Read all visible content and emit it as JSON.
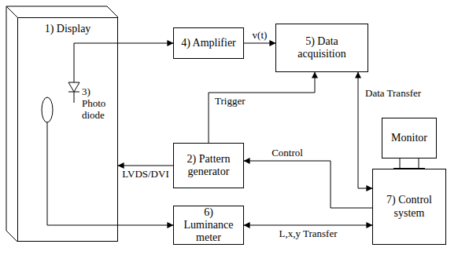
{
  "diagram": {
    "nodes": [
      {
        "text": [
          "1) Display"
        ]
      },
      {
        "text": [
          "3) Photo diode"
        ],
        "in": 0
      },
      {
        "text": [
          "4) Amplifier"
        ]
      },
      {
        "text": [
          "5) Data acquisition"
        ]
      },
      {
        "text": [
          "2) Pattern generator"
        ]
      },
      {
        "text": [
          "Monitor"
        ]
      },
      {
        "text": [
          "6) Luminance meter"
        ]
      },
      {
        "text": [
          "7) Control system"
        ]
      }
    ],
    "edges": [
      {
        "from": 1,
        "to": 2,
        "arrow": "to"
      },
      {
        "from": 2,
        "to": 3,
        "label": "v(t)",
        "arrow": "to"
      },
      {
        "from": 4,
        "to": 3,
        "label": "Trigger",
        "arrow": "to"
      },
      {
        "from": 4,
        "to": 0,
        "label": "LVDS/DVI",
        "arrow": "to"
      },
      {
        "from": 7,
        "to": 4,
        "label": "Control",
        "arrow": "to"
      },
      {
        "from": 3,
        "to": 7,
        "label": "Data Transfer",
        "arrow": "both"
      },
      {
        "from": 0,
        "to": 6,
        "arrow": "to"
      },
      {
        "from": 6,
        "to": 7,
        "label": "L,x,y Transfer",
        "arrow": "both"
      },
      {
        "from": 5,
        "to": 7,
        "arrow": "none"
      }
    ]
  }
}
